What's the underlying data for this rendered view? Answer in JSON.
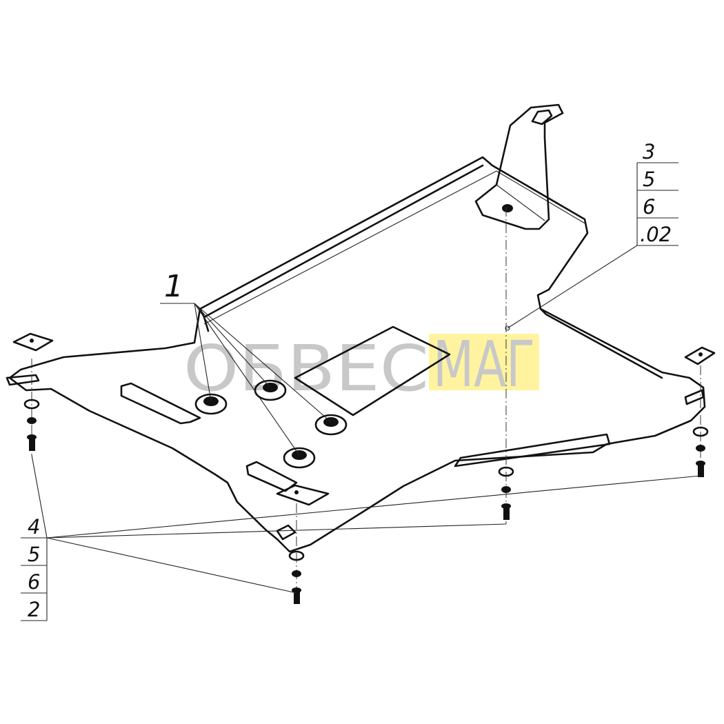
{
  "callouts": {
    "top_right": [
      "3",
      "5",
      "6",
      ".02"
    ],
    "bottom_left": [
      "4",
      "5",
      "6",
      "2"
    ],
    "part": "1"
  },
  "watermark": {
    "left": "ОБВЕС",
    "right": "МАГ",
    "colors": {
      "left_text": "#c8c8c8",
      "right_bg": "#fff3a0",
      "right_text": "#c8c8c8"
    }
  }
}
